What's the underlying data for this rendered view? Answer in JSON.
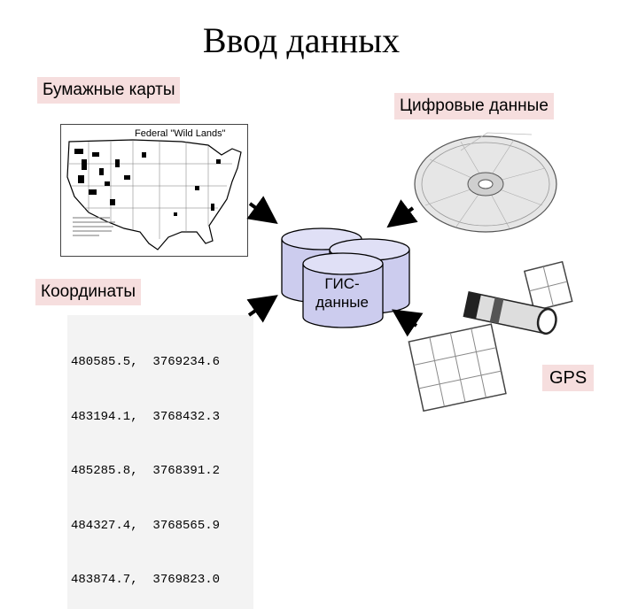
{
  "title": "Ввод данных",
  "labels": {
    "paper_maps": "Бумажные карты",
    "digital_data": "Цифровые данные",
    "coordinates": "Координаты",
    "gps": "GPS"
  },
  "map": {
    "title": "Federal \"Wild Lands\""
  },
  "gis": {
    "line1": "ГИС-",
    "line2": "данные"
  },
  "coordinates": [
    "480585.5,  3769234.6",
    "483194.1,  3768432.3",
    "485285.8,  3768391.2",
    "484327.4,  3768565.9",
    "483874.7,  3769823.0"
  ],
  "colors": {
    "label_bg": "#f6dede",
    "cylinder_fill": "#ccccee",
    "cylinder_top": "#e0e0f6"
  }
}
